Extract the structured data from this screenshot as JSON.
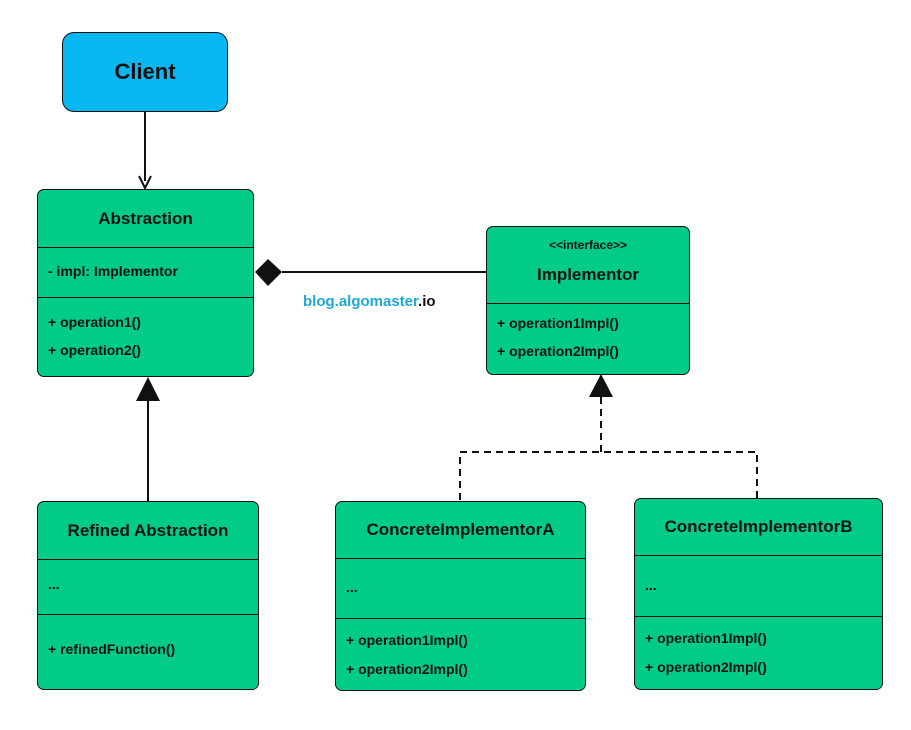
{
  "client": {
    "label": "Client"
  },
  "abstraction": {
    "title": "Abstraction",
    "attributes": [
      "- impl: Implementor"
    ],
    "methods": [
      "+ operation1()",
      "+ operation2()"
    ]
  },
  "implementor": {
    "stereotype": "<<interface>>",
    "title": "Implementor",
    "methods": [
      "+ operation1Impl()",
      "+ operation2Impl()"
    ]
  },
  "refined_abstraction": {
    "title": "Refined Abstraction",
    "attributes": [
      "..."
    ],
    "methods": [
      "+ refinedFunction()"
    ]
  },
  "concrete_a": {
    "title": "ConcreteImplementorA",
    "attributes": [
      "..."
    ],
    "methods": [
      "+ operation1Impl()",
      "+ operation2Impl()"
    ]
  },
  "concrete_b": {
    "title": "ConcreteImplementorB",
    "attributes": [
      "..."
    ],
    "methods": [
      "+ operation1Impl()",
      "+ operation2Impl()"
    ]
  },
  "watermark": {
    "part1": "blog.algomaster",
    "part2": ".io"
  },
  "colors": {
    "class_fill": "#00cc88",
    "client_fill": "#09b8f3",
    "watermark_accent": "#1fa7d6"
  }
}
